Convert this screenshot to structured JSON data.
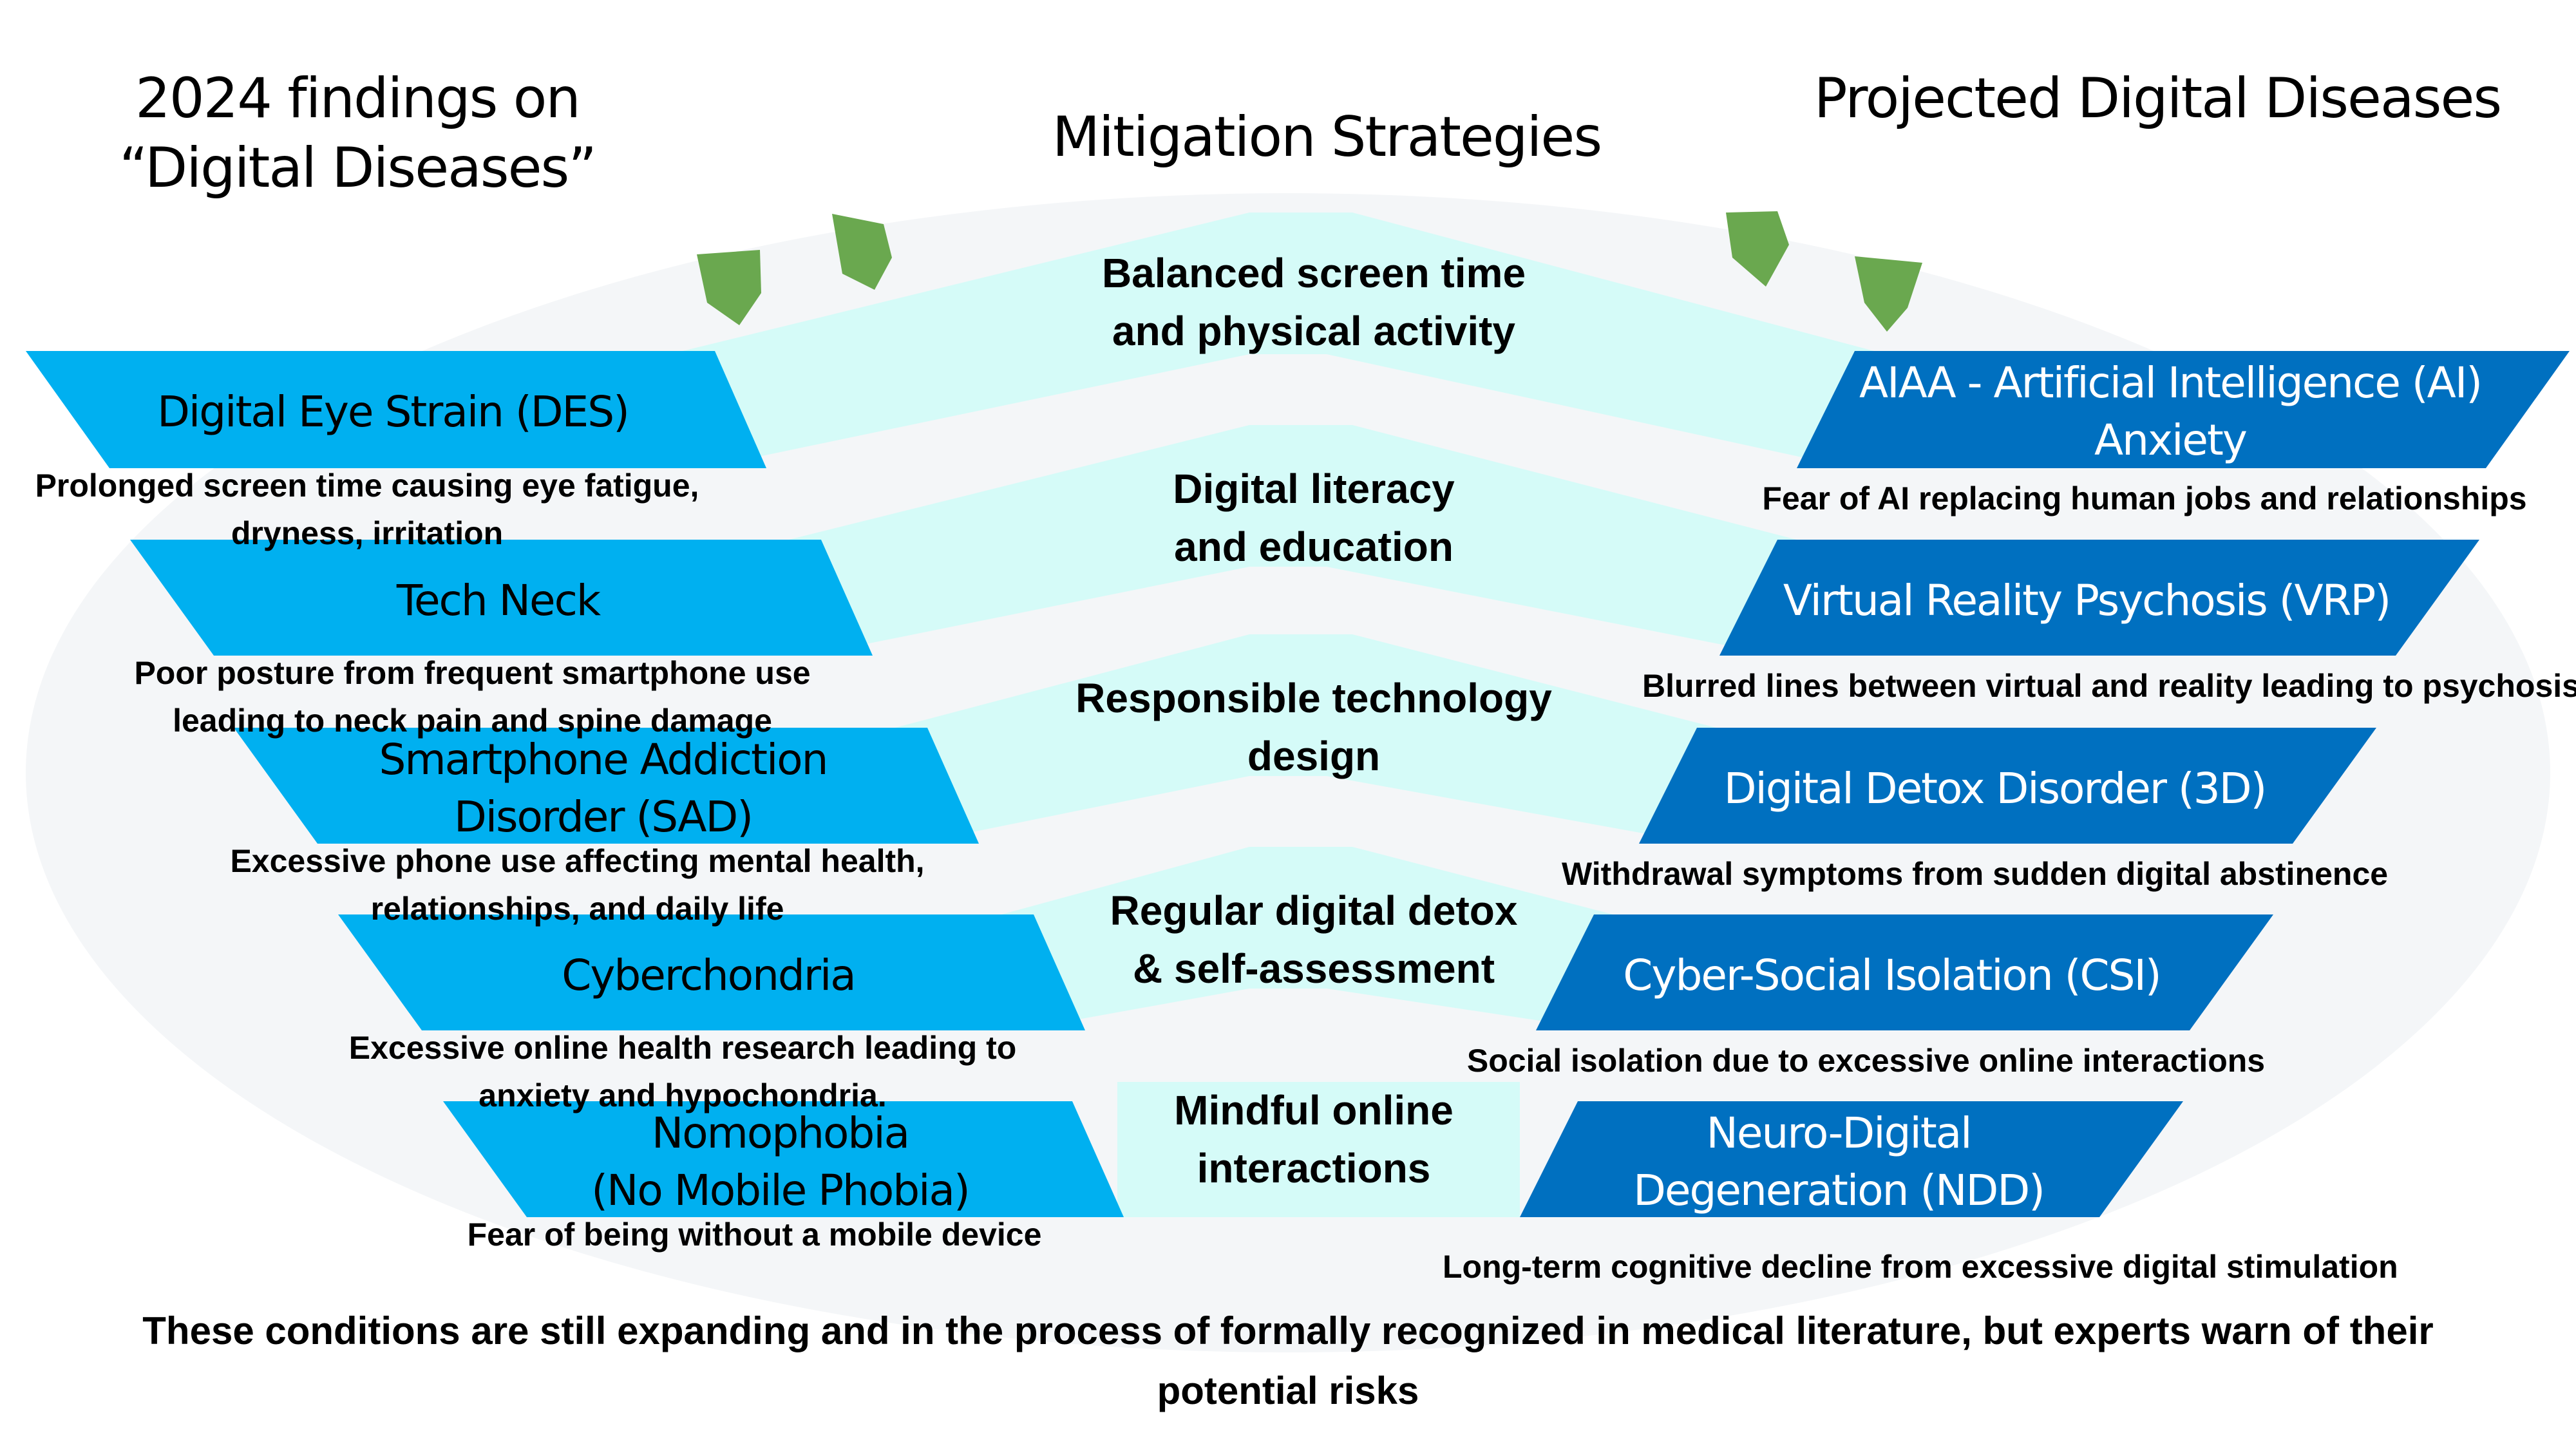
{
  "headings": {
    "findings": [
      "2024 findings on",
      "“Digital Diseases”"
    ],
    "mitigation": "Mitigation Strategies",
    "projected": "Projected Digital Diseases"
  },
  "findings_2024": [
    {
      "name": [
        "Digital Eye Strain (DES)"
      ],
      "description": [
        "Prolonged screen time causing eye fatigue,",
        "dryness, irritation"
      ]
    },
    {
      "name": [
        "Tech Neck"
      ],
      "description": [
        "Poor posture from frequent smartphone use",
        "leading to neck pain and spine damage"
      ]
    },
    {
      "name": [
        "Smartphone Addiction",
        "Disorder (SAD)"
      ],
      "description": [
        "Excessive phone use affecting mental health,",
        "relationships, and daily life"
      ]
    },
    {
      "name": [
        "Cyberchondria"
      ],
      "description": [
        "Excessive online health research leading to",
        "anxiety and hypochondria."
      ]
    },
    {
      "name": [
        "Nomophobia",
        "(No Mobile Phobia)"
      ],
      "description": [
        "Fear of being without a mobile device"
      ]
    }
  ],
  "strategies": [
    [
      "Balanced screen time",
      "and physical activity"
    ],
    [
      "Digital literacy",
      "and education"
    ],
    [
      "Responsible technology",
      "design"
    ],
    [
      "Regular digital detox",
      "& self-assessment"
    ],
    [
      "Mindful online",
      "interactions"
    ]
  ],
  "projected_diseases": [
    {
      "name": [
        "AIAA - Artificial Intelligence (AI)",
        "Anxiety"
      ],
      "description": [
        "Fear of AI replacing human jobs and relationships"
      ]
    },
    {
      "name": [
        "Virtual Reality Psychosis (VRP)"
      ],
      "description": [
        "Blurred lines between virtual and reality leading to psychosis"
      ]
    },
    {
      "name": [
        "Digital Detox Disorder (3D)"
      ],
      "description": [
        "Withdrawal symptoms from sudden digital abstinence"
      ]
    },
    {
      "name": [
        "Cyber-Social Isolation (CSI)"
      ],
      "description": [
        "Social isolation due to excessive online interactions"
      ]
    },
    {
      "name": [
        "Neuro-Digital",
        "Degeneration (NDD)"
      ],
      "description": [
        "Long-term cognitive decline from excessive digital stimulation"
      ]
    }
  ],
  "footer": [
    "These conditions are still expanding and in the process of formally recognized in medical literature,  but experts warn of their",
    "potential risks"
  ],
  "colors": {
    "light_blue": "#00B0F0",
    "dark_blue": "#0070C0",
    "band_fill": "#D5FBF8",
    "leaf_green": "#6AA84F",
    "halo": "#F4F6F8"
  }
}
